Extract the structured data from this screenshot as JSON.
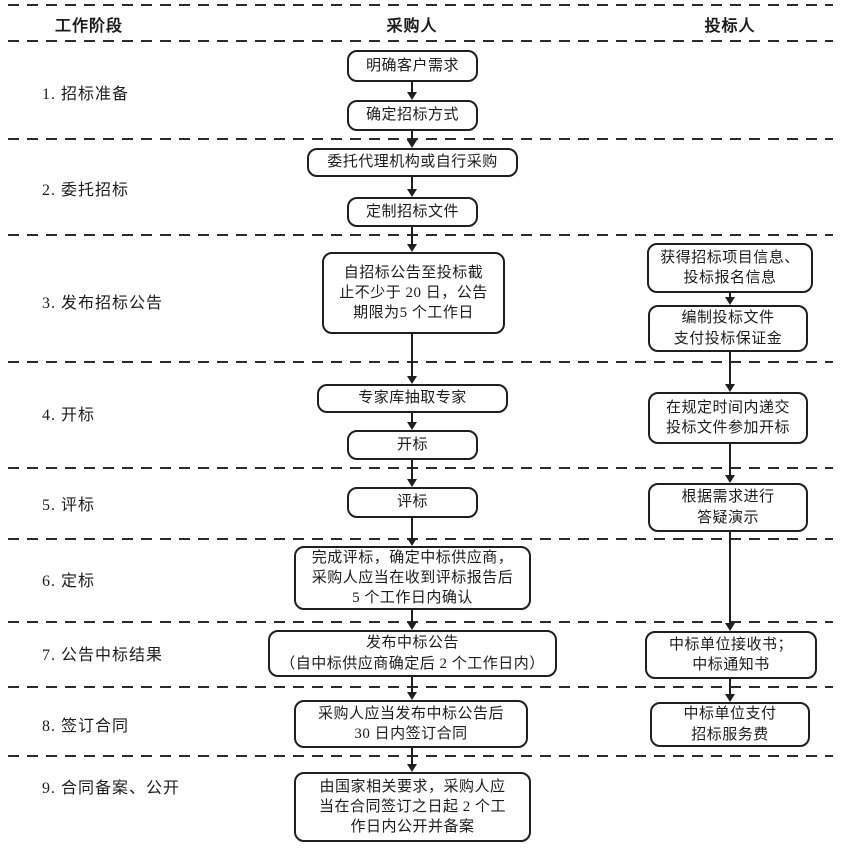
{
  "colors": {
    "ink": "#1f1f1f",
    "background": "#ffffff"
  },
  "header": {
    "col_stage": "工作阶段",
    "col_purchaser": "采购人",
    "col_bidder": "投标人"
  },
  "stages": [
    {
      "label": "1. 招标准备"
    },
    {
      "label": "2. 委托招标"
    },
    {
      "label": "3. 发布招标公告"
    },
    {
      "label": "4. 开标"
    },
    {
      "label": "5. 评标"
    },
    {
      "label": "6. 定标"
    },
    {
      "label": "7. 公告中标结果"
    },
    {
      "label": "8. 签订合同"
    },
    {
      "label": "9. 合同备案、公开"
    }
  ],
  "purchaser_boxes": {
    "clarify_needs": "明确客户需求",
    "bidding_method": "确定招标方式",
    "entrust_agency": "委托代理机构或自行采购",
    "prepare_documents": "定制招标文件",
    "announcement_period": "自招标公告至投标截\n止不少于 20 日，公告\n期限为5 个工作日",
    "select_experts": "专家库抽取专家",
    "bid_opening": "开标",
    "bid_evaluation": "评标",
    "confirm_supplier": "完成评标，确定中标供应商，\n采购人应当在收到评标报告后\n5 个工作日内确认",
    "award_announcement": "发布中标公告\n（自中标供应商确定后 2 个工作日内）",
    "sign_contract": "采购人应当发布中标公告后\n30 日内签订合同",
    "contract_filing": "由国家相关要求，采购人应\n当在合同签订之日起 2 个工\n作日内公开并备案"
  },
  "bidder_boxes": {
    "obtain_info": "获得招标项目信息、\n投标报名信息",
    "prepare_bid": "编制投标文件\n支付投标保证金",
    "submit_bid": "在规定时间内递交\n投标文件参加开标",
    "qa_demo": "根据需求进行\n答疑演示",
    "acceptance_letter": "中标单位接收书；\n中标通知书",
    "pay_service_fee": "中标单位支付\n招标服务费"
  }
}
